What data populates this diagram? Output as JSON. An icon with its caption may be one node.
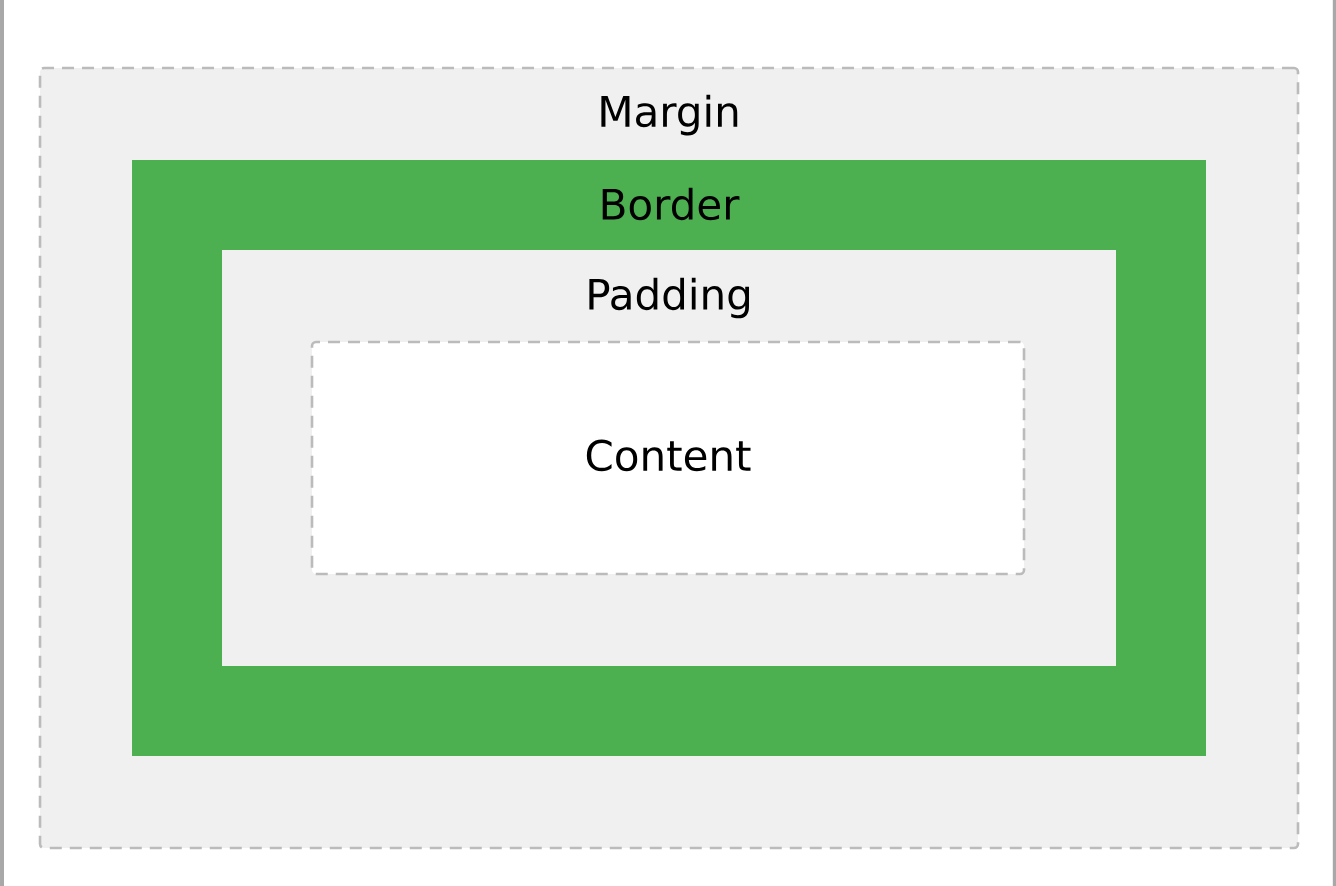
{
  "diagram": {
    "nodes": [
      {
        "text": [
          "Margin"
        ]
      },
      {
        "text": [
          "Border"
        ],
        "in": 0
      },
      {
        "text": [
          "Padding"
        ],
        "in": 1
      },
      {
        "text": [
          "Content"
        ],
        "in": 2
      }
    ]
  }
}
